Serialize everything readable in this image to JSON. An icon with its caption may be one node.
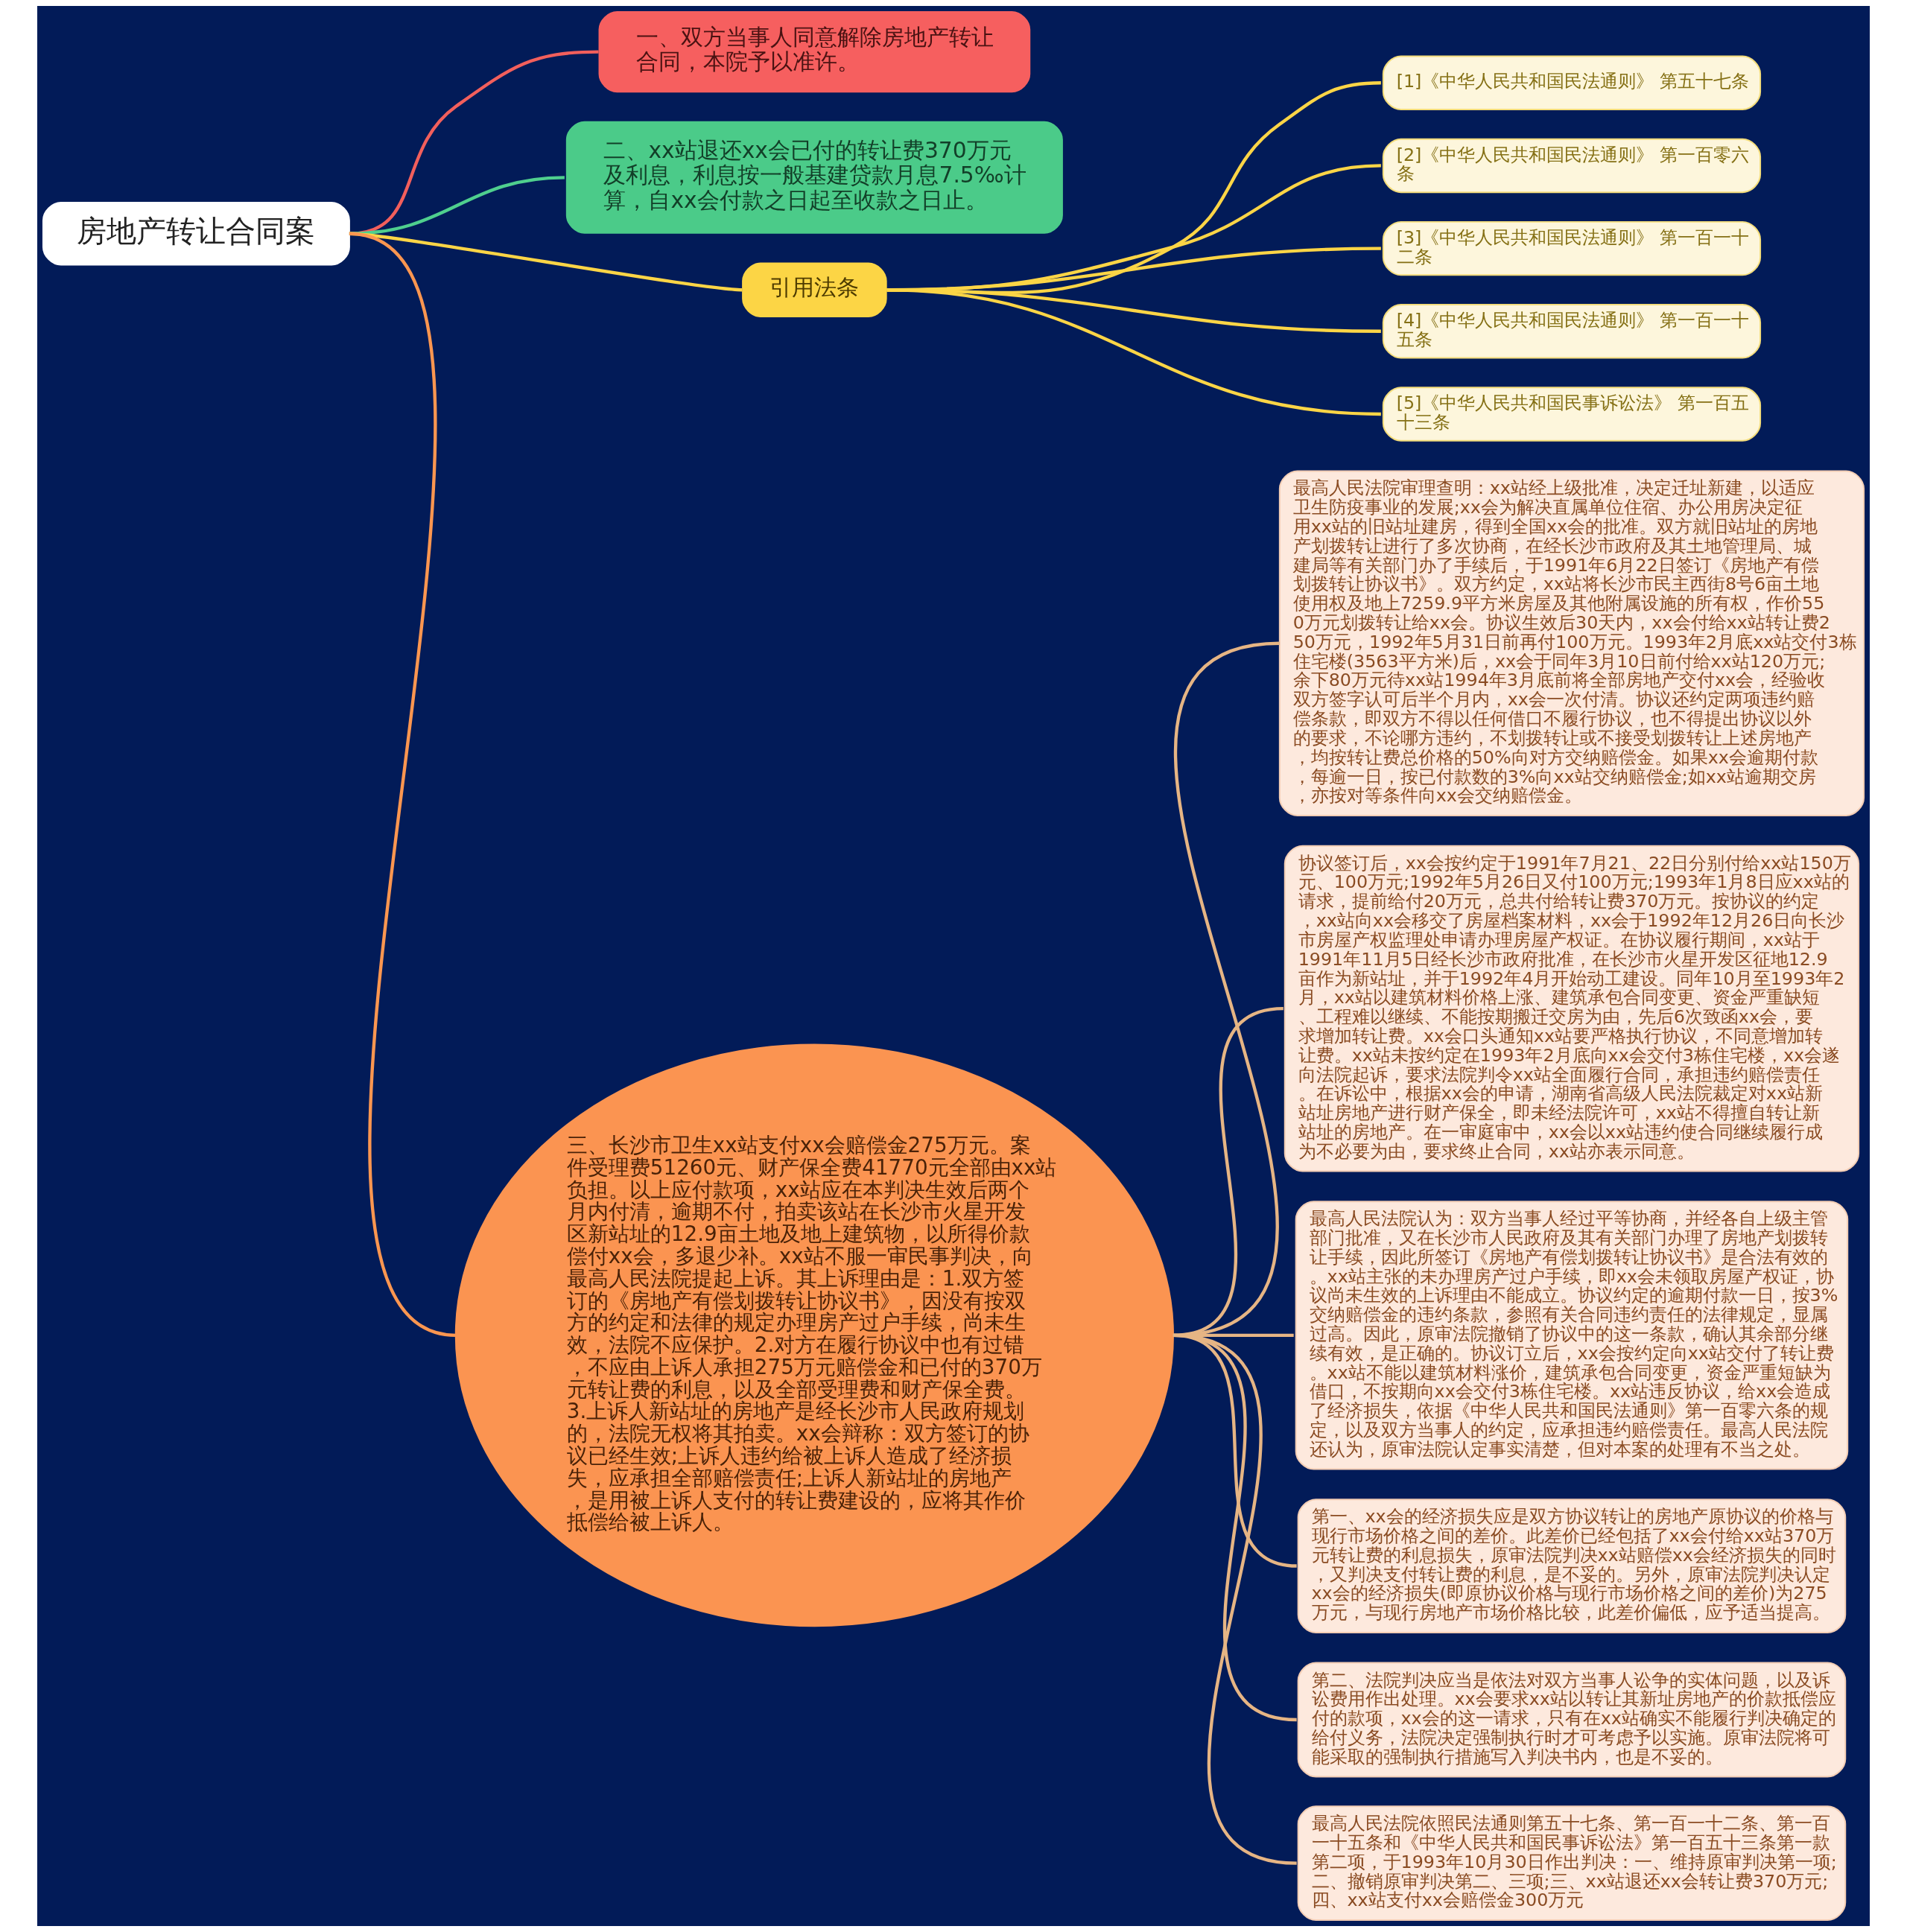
{
  "diagram": {
    "nodes": [
      {
        "text": [
          "房地产转让合同案"
        ]
      },
      {
        "text": [
          "一、双方当事人同意解除房地产转让合同，本院予以准许。"
        ]
      },
      {
        "text": [
          "二、xx站退还xx会已付的转让费370万元及利息，利息按一般基建贷款月息7.5‰计算，自xx会付款之日起至收款之日止。"
        ]
      },
      {
        "text": [
          "引用法条"
        ]
      },
      {
        "text": [
          "[1]《中华人民共和国民法通则》 第五十七条"
        ]
      },
      {
        "text": [
          "[2]《中华人民共和国民法通则》 第一百零六条"
        ]
      },
      {
        "text": [
          "[3]《中华人民共和国民法通则》 第一百一十二条"
        ]
      },
      {
        "text": [
          "[4]《中华人民共和国民法通则》 第一百一十五条"
        ]
      },
      {
        "text": [
          "[5]《中华人民共和国民事诉讼法》 第一百五十三条"
        ]
      },
      {
        "text": [
          "三、长沙市卫生xx站支付xx会赔偿金275万元。案件受理费51260元、财产保全费41770元全部由xx站负担。以上应付款项，xx站应在本判决生效后两个月内付清，逾期不付，拍卖该站在长沙市火星开发区新站址的12.9亩土地及地上建筑物，以所得价款偿付xx会，多退少补。xx站不服一审民事判决，向最高人民法院提起上诉。其上诉理由是：1.双方签订的《房地产有偿划拨转让协议书》，因没有按双方的约定和法律的规定办理房产过户手续，尚未生效，法院不应保护。2.对方在履行协议中也有过错，不应由上诉人承担275万元赔偿金和已付的370万元转让费的利息，以及全部受理费和财产保全费。3.上诉人新站址的房地产是经长沙市人民政府规划的，法院无权将其拍卖。xx会辩称：双方签订的协议已经生效;上诉人违约给被上诉人造成了经济损失，应承担全部赔偿责任;上诉人新站址的房地产，是用被上诉人支付的转让费建设的，应将其作价抵偿给被上诉人。"
        ]
      },
      {
        "text": [
          "最高人民法院审理查明：xx站经上级批准，决定迁址新建，以适应卫生防疫事业的发展;xx会为解决直属单位住宿、办公用房决定征用xx站的旧站址建房，得到全国xx会的批准。双方就旧站址的房地产划拨转让进行了多次协商，在经长沙市政府及其土地管理局、城建局等有关部门办了手续后，于1991年6月22日签订《房地产有偿划拨转让协议书》。双方约定，xx站将长沙市民主西街8号6亩土地使用权及地上7259.9平方米房屋及其他附属设施的所有权，作价550万元划拨转让给xx会。协议生效后30天内，xx会付给xx站转让费250万元，1992年5月31日前再付100万元。1993年2月底xx站交付3栋住宅楼(3563平方米)后，xx会于同年3月10日前付给xx站120万元;余下80万元待xx站1994年3月底前将全部房地产交付xx会，经验收双方签字认可后半个月内，xx会一次付清。协议还约定两项违约赔偿条款，即双方不得以任何借口不履行协议，也不得提出协议以外的要求，不论哪方违约，不划拨转让或不接受划拨转让上述房地产，均按转让费总价格的50%向对方交纳赔偿金。如果xx会逾期付款，每逾一日，按已付款数的3%向xx站交纳赔偿金;如xx站逾期交房，亦按对等条件向xx会交纳赔偿金。"
        ]
      },
      {
        "text": [
          "协议签订后，xx会按约定于1991年7月21、22日分别付给xx站150万元、100万元;1992年5月26日又付100万元;1993年1月8日应xx站的请求，提前给付20万元，总共付给转让费370万元。按协议的约定，xx站向xx会移交了房屋档案材料，xx会于1992年12月26日向长沙市房屋产权监理处申请办理房屋产权证。在协议履行期间，xx站于1991年11月5日经长沙市政府批准，在长沙市火星开发区征地12.9亩作为新站址，并于1992年4月开始动工建设。同年10月至1993年2月，xx站以建筑材料价格上涨、建筑承包合同变更、资金严重缺短、工程难以继续、不能按期搬迁交房为由，先后6次致函xx会，要求增加转让费。xx会口头通知xx站要严格执行协议，不同意增加转让费。xx站未按约定在1993年2月底向xx会交付3栋住宅楼，xx会遂向法院起诉，要求法院判令xx站全面履行合同，承担违约赔偿责任。在诉讼中，根据xx会的申请，湖南省高级人民法院裁定对xx站新站址房地产进行财产保全，即未经法院许可，xx站不得擅自转让新站址的房地产。在一审庭审中，xx会以xx站违约使合同继续履行成为不必要为由，要求终止合同，xx站亦表示同意。"
        ]
      },
      {
        "text": [
          "最高人民法院认为：双方当事人经过平等协商，并经各自上级主管部门批准，又在长沙市人民政府及其有关部门办理了房地产划拨转让手续，因此所签订《房地产有偿划拨转让协议书》是合法有效的。xx站主张的未办理房产过户手续，即xx会未领取房屋产权证，协议尚未生效的上诉理由不能成立。协议约定的逾期付款一日，按3%交纳赔偿金的违约条款，参照有关合同违约责任的法律规定，显属过高。因此，原审法院撤销了协议中的这一条款，确认其余部分继续有效，是正确的。协议订立后，xx会按约定向xx站交付了转让费。xx站不能以建筑材料涨价，建筑承包合同变更，资金严重短缺为借口，不按期向xx会交付3栋住宅楼。xx站违反协议，给xx会造成了经济损失，依据《中华人民共和国民法通则》第一百零六条的规定，以及双方当事人的约定，应承担违约赔偿责任。最高人民法院还认为，原审法院认定事实清楚，但对本案的处理有不当之处。"
        ]
      },
      {
        "text": [
          "第一、xx会的经济损失应是双方协议转让的房地产原协议的价格与现行市场价格之间的差价。此差价已经包括了xx会付给xx站370万元转让费的利息损失，原审法院判决xx站赔偿xx会经济损失的同时，又判决支付转让费的利息，是不妥的。另外，原审法院判决认定xx会的经济损失(即原协议价格与现行市场价格之间的差价)为275万元，与现行房地产市场价格比较，此差价偏低，应予适当提高。"
        ]
      },
      {
        "text": [
          "第二、法院判决应当是依法对双方当事人讼争的实体问题，以及诉讼费用作出处理。xx会要求xx站以转让其新址房地产的价款抵偿应付的款项，xx会的这一请求，只有在xx站确实不能履行判决确定的给付义务，法院决定强制执行时才可考虑予以实施。原审法院将可能采取的强制执行措施写入判决书内，也是不妥的。"
        ]
      },
      {
        "text": [
          "最高人民法院依照民法通则第五十七条、第一百一十二条、第一百一十五条和《中华人民共和国民事诉讼法》第一百五十三条第一款第二项，于1993年10月30日作出判决：一、维持原审判决第一项;二、撤销原审判决第二、三项;三、xx站退还xx会转让费370万元;四、xx站支付xx会赔偿金300万元"
        ]
      }
    ],
    "edges": [
      {
        "from": 0,
        "to": 1,
        "arrow": "none",
        "color": "#f25f5c"
      },
      {
        "from": 0,
        "to": 2,
        "arrow": "none",
        "color": "#4fcf8e"
      },
      {
        "from": 0,
        "to": 3,
        "arrow": "none",
        "color": "#fcd546"
      },
      {
        "from": 0,
        "to": 9,
        "arrow": "none",
        "color": "#fb9650"
      },
      {
        "from": 3,
        "to": 4,
        "arrow": "none",
        "color": "#fcd546"
      },
      {
        "from": 3,
        "to": 5,
        "arrow": "none",
        "color": "#fcd546"
      },
      {
        "from": 3,
        "to": 6,
        "arrow": "none",
        "color": "#fcd546"
      },
      {
        "from": 3,
        "to": 7,
        "arrow": "none",
        "color": "#fcd546"
      },
      {
        "from": 3,
        "to": 8,
        "arrow": "none",
        "color": "#fcd546"
      },
      {
        "from": 9,
        "to": 10,
        "arrow": "none",
        "color": "#e6b584"
      },
      {
        "from": 9,
        "to": 11,
        "arrow": "none",
        "color": "#e6b584"
      },
      {
        "from": 9,
        "to": 12,
        "arrow": "none",
        "color": "#e6b584"
      },
      {
        "from": 9,
        "to": 13,
        "arrow": "none",
        "color": "#e6b584"
      },
      {
        "from": 9,
        "to": 14,
        "arrow": "none",
        "color": "#e6b584"
      },
      {
        "from": 9,
        "to": 15,
        "arrow": "none",
        "color": "#e6b584"
      }
    ]
  }
}
